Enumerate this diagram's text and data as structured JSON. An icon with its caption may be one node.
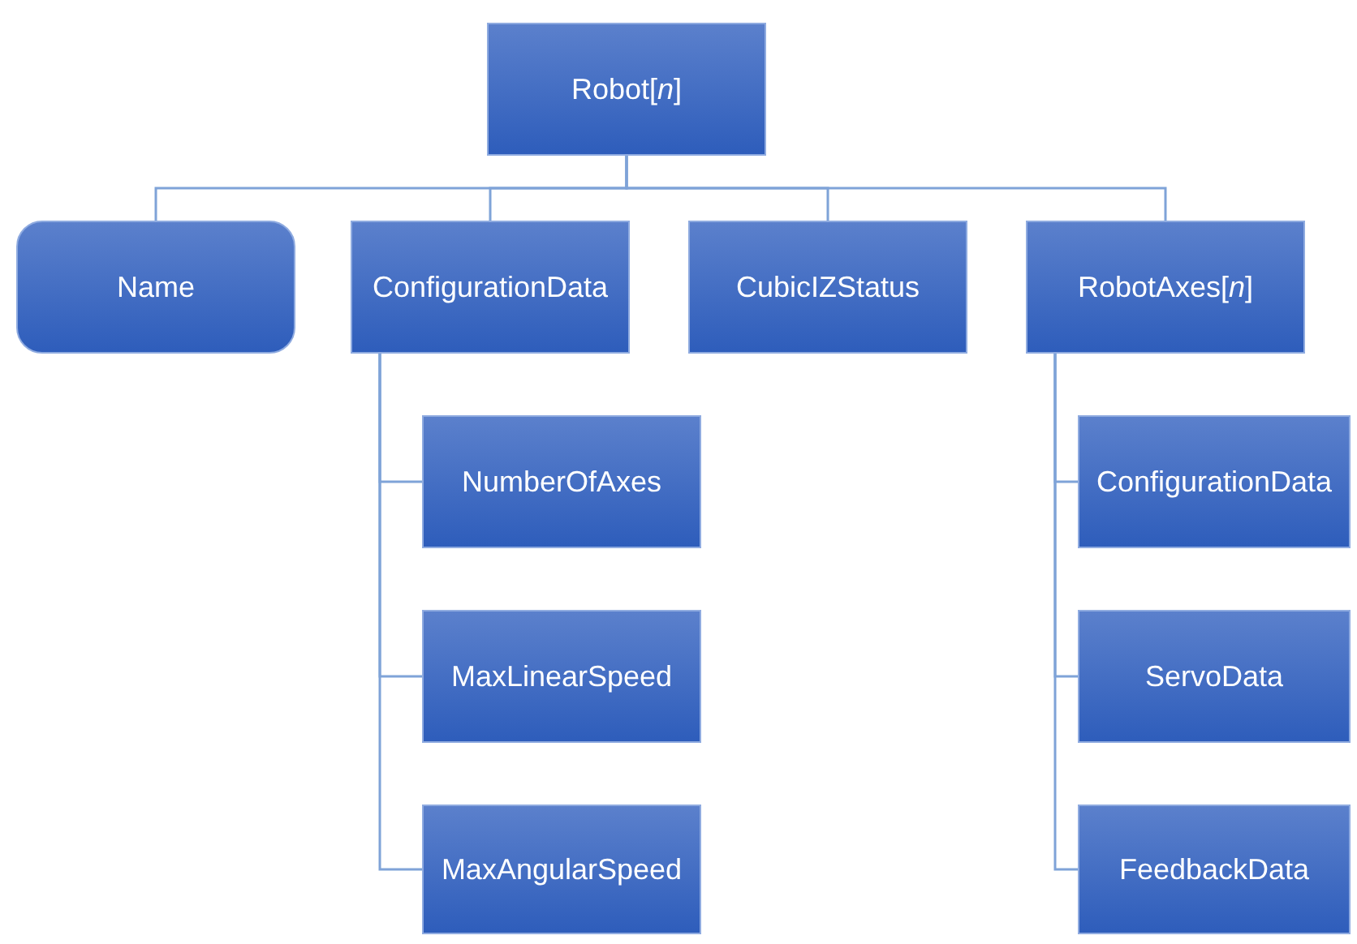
{
  "diagram": {
    "nodes": [
      {
        "text": [
          "Robot[*n*]"
        ]
      },
      {
        "text": [
          "Name"
        ]
      },
      {
        "text": [
          "ConfigurationData"
        ]
      },
      {
        "text": [
          "CubicIZStatus"
        ]
      },
      {
        "text": [
          "RobotAxes[*n*]"
        ]
      },
      {
        "text": [
          "NumberOfAxes"
        ]
      },
      {
        "text": [
          "MaxLinearSpeed"
        ]
      },
      {
        "text": [
          "MaxAngularSpeed"
        ]
      },
      {
        "text": [
          "ConfigurationData"
        ]
      },
      {
        "text": [
          "ServoData"
        ]
      },
      {
        "text": [
          "FeedbackData"
        ]
      }
    ],
    "edges": [
      {
        "from": 0,
        "to": 1,
        "arrow": "none"
      },
      {
        "from": 0,
        "to": 2,
        "arrow": "none"
      },
      {
        "from": 0,
        "to": 3,
        "arrow": "none"
      },
      {
        "from": 0,
        "to": 4,
        "arrow": "none"
      },
      {
        "from": 2,
        "to": 5,
        "arrow": "none"
      },
      {
        "from": 2,
        "to": 6,
        "arrow": "none"
      },
      {
        "from": 2,
        "to": 7,
        "arrow": "none"
      },
      {
        "from": 4,
        "to": 8,
        "arrow": "none"
      },
      {
        "from": 4,
        "to": 9,
        "arrow": "none"
      },
      {
        "from": 4,
        "to": 10,
        "arrow": "none"
      }
    ]
  }
}
